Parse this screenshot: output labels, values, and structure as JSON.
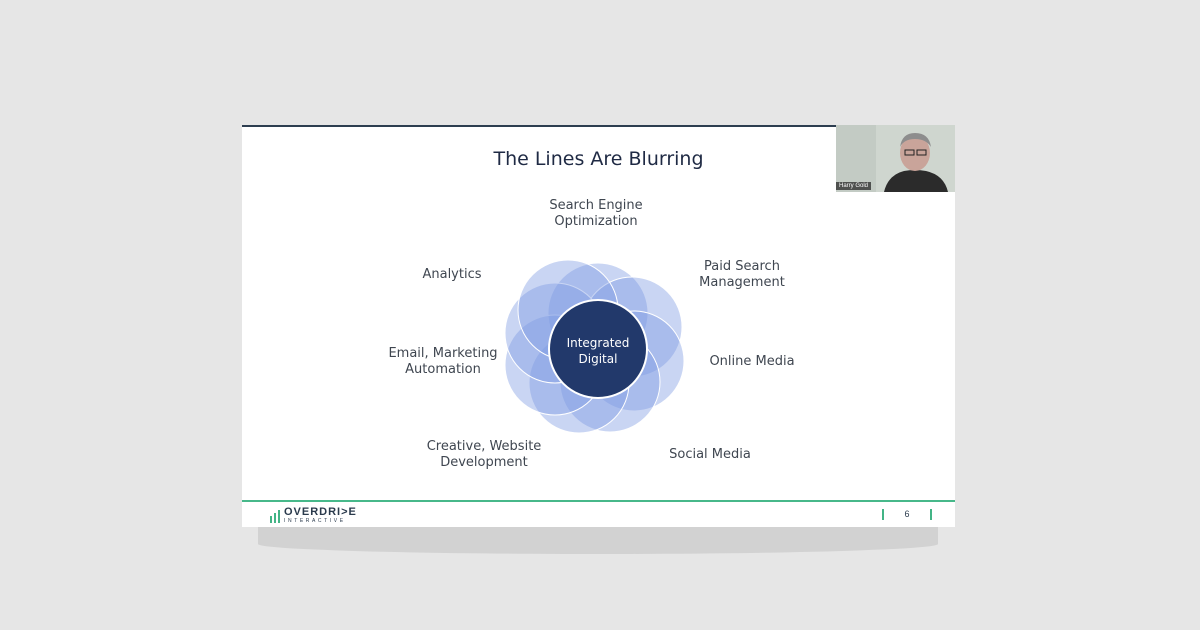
{
  "slide": {
    "title": "The Lines Are Blurring",
    "center_label": "Integrated\nDigital",
    "labels": {
      "seo": "Search Engine\nOptimization",
      "paid_search": "Paid Search\nManagement",
      "online_media": "Online Media",
      "social_media": "Social Media",
      "creative": "Creative, Website\nDevelopment",
      "email": "Email, Marketing\nAutomation",
      "analytics": "Analytics"
    },
    "page_number": "6"
  },
  "logo": {
    "main": "OVERDRI>E",
    "sub": "INTERACTIVE"
  },
  "video": {
    "participant_name": "Harry Gold"
  },
  "colors": {
    "accent": "#43b486",
    "center_circle": "#22396b",
    "petal": "#7f9be3",
    "title": "#1f2a44"
  }
}
